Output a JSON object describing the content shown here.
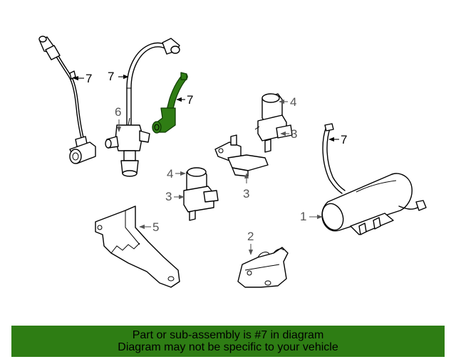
{
  "diagram": {
    "highlighted_part": "7",
    "highlight_color": "#2e7d14",
    "callouts": {
      "hose_left": "7",
      "hose_center": "7",
      "hose_highlighted": "7",
      "hose_right": "7",
      "solenoid_upper": "4",
      "connector_upper": "3",
      "bracket_center": "3",
      "solenoid_lower": "4",
      "connector_lower": "3",
      "valve": "6",
      "bracket_large": "5",
      "pump": "1",
      "mount": "2"
    }
  },
  "banner": {
    "line1": "Part or sub-assembly is #7 in diagram",
    "line2": "Diagram may not be specific to your vehicle",
    "background": "#2e7d14"
  }
}
